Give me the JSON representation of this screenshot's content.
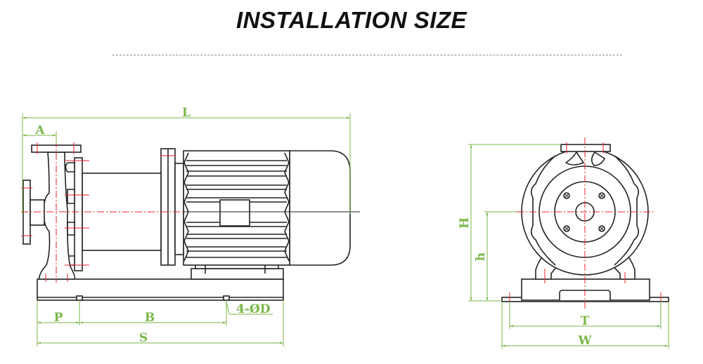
{
  "title": "INSTALLATION SIZE",
  "colors": {
    "dimension": "#7ab648",
    "centerline": "#e8222a",
    "outline": "#222222"
  },
  "side_view": {
    "labels": {
      "L": "L",
      "A": "A",
      "P": "P",
      "B": "B",
      "S": "S",
      "holes": "4-ØD"
    }
  },
  "front_view": {
    "labels": {
      "H": "H",
      "h": "h",
      "T": "T",
      "W": "W"
    }
  }
}
